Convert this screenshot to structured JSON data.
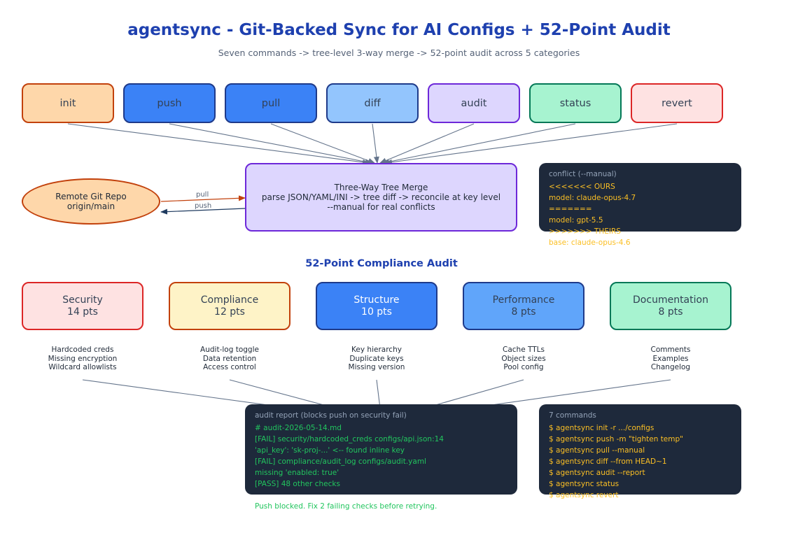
{
  "header": {
    "title": "agentsync - Git-Backed Sync for AI Configs + 52-Point Audit",
    "subtitle": "Seven commands -> tree-level 3-way merge -> 52-point audit across 5 categories"
  },
  "commands": [
    {
      "label": "init",
      "fill": "#fed7aa",
      "border": "#c2410c"
    },
    {
      "label": "push",
      "fill": "#3b82f6",
      "border": "#1e3a8a"
    },
    {
      "label": "pull",
      "fill": "#3b82f6",
      "border": "#1e3a8a"
    },
    {
      "label": "diff",
      "fill": "#93c5fd",
      "border": "#1e3a8a"
    },
    {
      "label": "audit",
      "fill": "#ddd6fe",
      "border": "#6d28d9"
    },
    {
      "label": "status",
      "fill": "#a7f3d0",
      "border": "#047857"
    },
    {
      "label": "revert",
      "fill": "#fee2e2",
      "border": "#dc2626"
    }
  ],
  "merge": {
    "line1": "Three-Way Tree Merge",
    "line2": "parse JSON/YAML/INI -> tree diff -> reconcile at key level",
    "line3": "--manual for real conflicts"
  },
  "remote": {
    "line1": "Remote Git Repo",
    "line2": "origin/main",
    "pull_label": "pull",
    "push_label": "push"
  },
  "conflict": {
    "header": "conflict (--manual)",
    "lines": [
      "<<<<<<< OURS",
      "model: claude-opus-4.7",
      "=======",
      "model: gpt-5.5",
      ">>>>>>> THEIRS",
      "base: claude-opus-4.6"
    ]
  },
  "audit_section": {
    "title": "52-Point Compliance Audit"
  },
  "categories": [
    {
      "name": "Security",
      "pts": "14 pts",
      "fill": "#fee2e2",
      "border": "#dc2626",
      "items": [
        "Hardcoded creds",
        "Missing encryption",
        "Wildcard allowlists"
      ]
    },
    {
      "name": "Compliance",
      "pts": "12 pts",
      "fill": "#fef3c7",
      "border": "#c2410c",
      "items": [
        "Audit-log toggle",
        "Data retention",
        "Access control"
      ]
    },
    {
      "name": "Structure",
      "pts": "10 pts",
      "fill": "#3b82f6",
      "border": "#1e3a8a",
      "items": [
        "Key hierarchy",
        "Duplicate keys",
        "Missing version"
      ]
    },
    {
      "name": "Performance",
      "pts": "8 pts",
      "fill": "#60a5fa",
      "border": "#1e3a8a",
      "items": [
        "Cache TTLs",
        "Object sizes",
        "Pool config"
      ]
    },
    {
      "name": "Documentation",
      "pts": "8 pts",
      "fill": "#a7f3d0",
      "border": "#047857",
      "items": [
        "Comments",
        "Examples",
        "Changelog"
      ]
    }
  ],
  "report": {
    "header": "audit report (blocks push on security fail)",
    "lines": [
      "# audit-2026-05-14.md",
      "[FAIL] security/hardcoded_creds configs/api.json:14",
      "'api_key': 'sk-proj-...' <-- found inline key",
      "[FAIL] compliance/audit_log configs/audit.yaml",
      "missing 'enabled: true'",
      "[PASS] 48 other checks"
    ],
    "footer": "Push blocked. Fix 2 failing checks before retrying."
  },
  "cli": {
    "header": "7 commands",
    "lines": [
      "$ agentsync init -r .../configs",
      "$ agentsync push -m \"tighten temp\"",
      "$ agentsync pull --manual",
      "$ agentsync diff --from HEAD~1",
      "$ agentsync audit --report",
      "$ agentsync status",
      "$ agentsync revert"
    ]
  },
  "colors": {
    "title": "#1e40af",
    "dark_panel": "#1e293b",
    "code_yellow": "#fbbf24",
    "code_green": "#22c55e",
    "code_header": "#94a3b8",
    "arrow": "#64748b"
  }
}
